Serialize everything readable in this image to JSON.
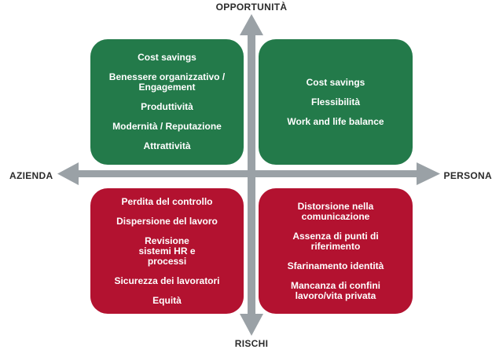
{
  "axes": {
    "top": "OPPORTUNITÀ",
    "bottom": "RISCHI",
    "left": "AZIENDA",
    "right": "PERSONA"
  },
  "colors": {
    "opportunity": "#237a4a",
    "risk": "#b31230",
    "axis": "#9aa1a6",
    "label": "#2b2b2b"
  },
  "quadrants": {
    "azienda_opportunita": {
      "items": [
        "Cost savings",
        "Benessere organizzativo / Engagement",
        "Produttività",
        "Modernità / Reputazione",
        "Attrattività"
      ]
    },
    "persona_opportunita": {
      "items": [
        "Cost savings",
        "Flessibilità",
        "Work and life balance"
      ]
    },
    "azienda_rischi": {
      "items": [
        "Perdita del controllo",
        "Dispersione del lavoro",
        "Revisione sistemi HR e processi",
        "Sicurezza dei lavoratori",
        "Equità"
      ]
    },
    "persona_rischi": {
      "items": [
        "Distorsione nella comunicazione",
        "Assenza di punti di riferimento",
        "Sfarinamento identità",
        "Mancanza di confini lavoro/vita privata"
      ]
    }
  }
}
